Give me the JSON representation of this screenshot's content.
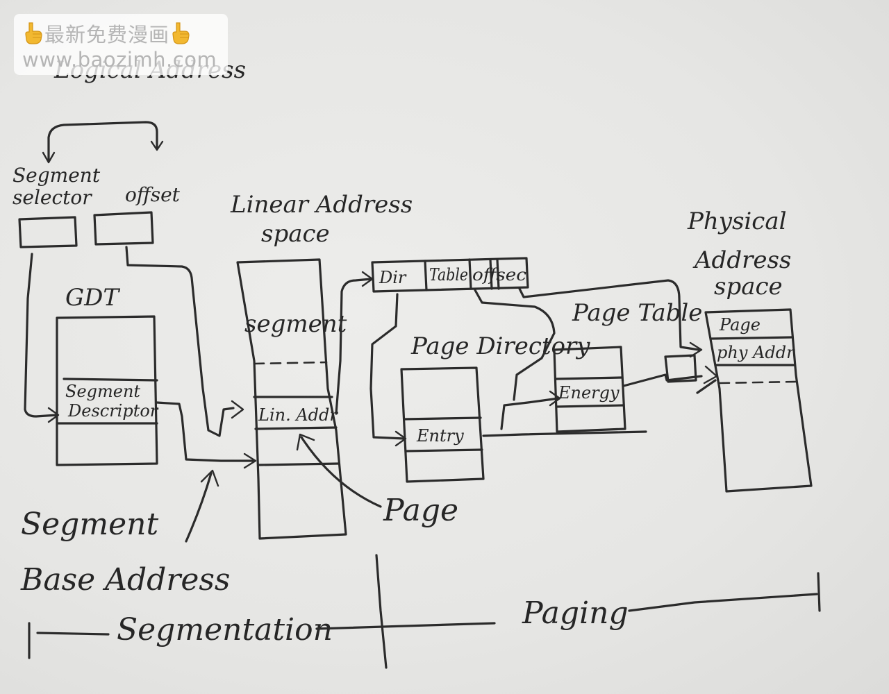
{
  "watermark": {
    "line1": "最新免费漫画",
    "line2": "www.baozimh.com",
    "icon_left": "pointing-down-hand-icon",
    "icon_right": "pointing-down-hand-icon"
  },
  "diagram": {
    "logical_address_title": "Logical Address",
    "segment_selector_label_1": "Segment",
    "segment_selector_label_2": "selector",
    "offset_label": "offset",
    "gdt_label": "GDT",
    "segment_descriptor_label_1": "Segment",
    "segment_descriptor_label_2": "Descriptor",
    "segment_base_address_label_1": "Segment",
    "segment_base_address_label_2": "Base Address",
    "linear_address_space_label_1": "Linear Address",
    "linear_address_space_label_2": "space",
    "segment_region_label": "segment",
    "lin_addr_label": "Lin. Addr",
    "page_label": "Page",
    "linear_addr_fields": [
      "Dir",
      "Table",
      "offsec"
    ],
    "page_directory_label": "Page Directory",
    "page_directory_entry_label": "Entry",
    "page_table_label": "Page Table",
    "page_table_entry_label": "Energy",
    "physical_address_space_label_1": "Physical",
    "physical_address_space_label_2": "Address",
    "physical_address_space_label_3": "space",
    "physical_page_label": "Page",
    "phy_addr_label": "phy Addr",
    "segmentation_label": "Segmentation",
    "paging_label": "Paging",
    "ink_color": "#2b2b2b",
    "paper_color": "#e9e9e7"
  }
}
